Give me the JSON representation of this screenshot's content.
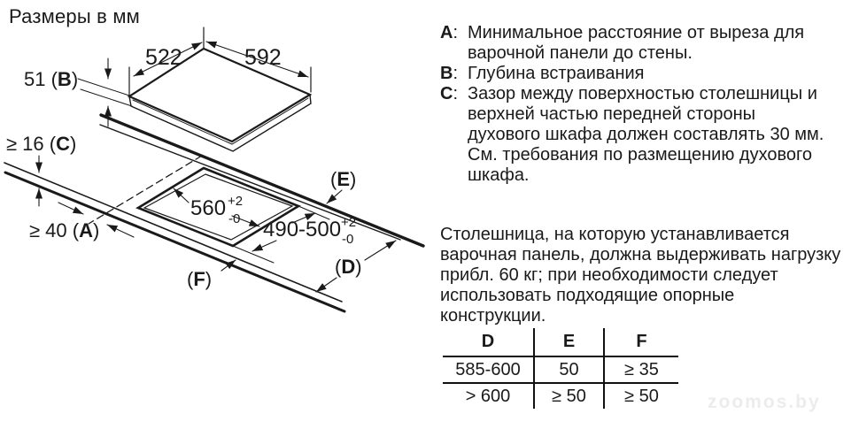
{
  "page": {
    "title": "Размеры в мм",
    "watermark": "zoomos.by"
  },
  "diagram": {
    "width_left": "522",
    "width_right": "592",
    "depth_b": {
      "pre": "51 (",
      "letter": "B",
      "post": ")"
    },
    "gap_c": {
      "pre": "≥ 16 (",
      "letter": "C",
      "post": ")"
    },
    "dist_a": {
      "pre": "≥ 40 (",
      "letter": "A",
      "post": ")"
    },
    "cutout_width": {
      "value": "560",
      "sup": "+2",
      "sub": "-0"
    },
    "cutout_depth": {
      "value": "490-500",
      "sup": "+2",
      "sub": "-0"
    },
    "label_e": {
      "pre": "(",
      "letter": "E",
      "post": ")"
    },
    "label_d": {
      "pre": "(",
      "letter": "D",
      "post": ")"
    },
    "label_f": {
      "pre": "(",
      "letter": "F",
      "post": ")"
    }
  },
  "notes": {
    "a": {
      "letter": "A",
      "sep": ":",
      "text": "Минимальное расстояние от выреза для варочной панели до стены."
    },
    "b": {
      "letter": "B",
      "sep": ":",
      "text": "Глубина встраивания"
    },
    "c": {
      "letter": "C",
      "sep": ":",
      "text": "Зазор между поверхностью столешницы и верхней частью передней стороны духового шкафа должен составлять 30 мм. См. требования по размещению духового шкафа."
    }
  },
  "load_note": "Столешница, на которую устанавливается варочная панель, должна выдерживать нагрузку прибл. 60 кг; при необходимости следует использовать подходящие опорные конструкции.",
  "table": {
    "headers": [
      "D",
      "E",
      "F"
    ],
    "rows": [
      [
        "585-600",
        "50",
        "≥ 35"
      ],
      [
        "> 600",
        "≥ 50",
        "≥ 50"
      ]
    ]
  },
  "colors": {
    "ink": "#1a1a1a",
    "watermark": "#ececec"
  }
}
